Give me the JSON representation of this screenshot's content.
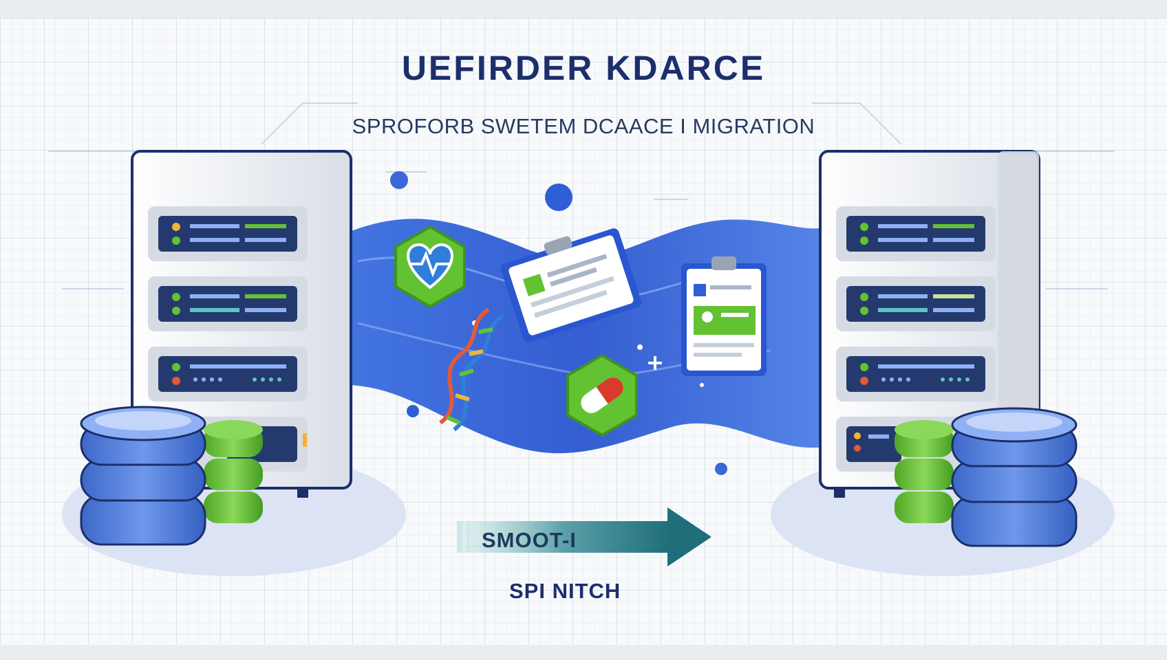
{
  "header": {
    "title": "UEFIRDER KDARCE",
    "subtitle": "SPROFORB SWETEM DCAACE I MIGRATION"
  },
  "transfer": {
    "arrow_label_top": "SMOOT-I",
    "arrow_label_bottom": "SPI NITCH"
  },
  "colors": {
    "primary_blue": "#2f5fd6",
    "accent_green": "#63c232",
    "dark_navy": "#1c2f6b",
    "arrow_teal": "#1f6e7a"
  },
  "icons": [
    "heart-pulse-icon",
    "clipboard-icon",
    "patient-record-icon",
    "dna-icon",
    "pill-icon",
    "server-icon",
    "database-icon"
  ]
}
